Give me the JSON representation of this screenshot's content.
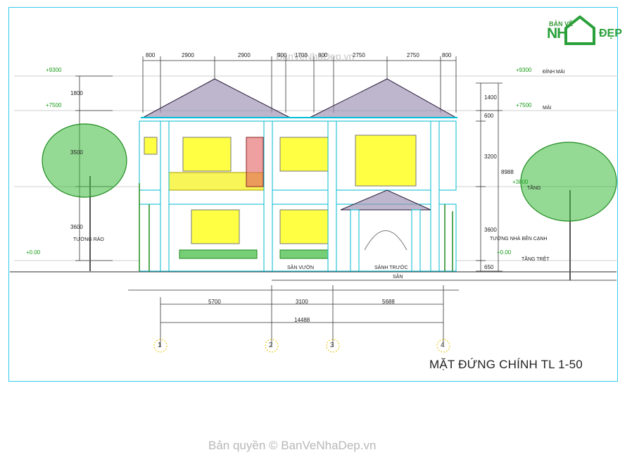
{
  "drawing": {
    "title": "MẶT ĐỨNG CHÍNH TL 1-50",
    "copyright": "Bản quyền © BanVeNhaDep.vn",
    "watermark": "BanVeNhaDep.vn",
    "logo": {
      "line1": "BẢN VẼ",
      "line2": "NH",
      "line3": "ĐẸP"
    }
  },
  "levels": {
    "dinh_mai_value": "+9300",
    "dinh_mai_label": "ĐỈNH MÁI",
    "mai_value": "+7500",
    "mai_label": "MÁI",
    "tang2_value": "+3800",
    "tang2_label": "TẦNG",
    "tret_value": "+0.00",
    "tret_label": "TẦNG TRỆT",
    "left_9300": "+9300",
    "left_7500": "+7500",
    "left_000": "+0.00"
  },
  "labels": {
    "tuong_rao": "TƯỜNG RÀO",
    "tuong_nha": "TƯỜNG NHÀ BÊN CẠNH",
    "san": "SÂN",
    "san_vuon": "SÂN VƯỜN",
    "sanh_truoc": "SẢNH TRƯỚC"
  },
  "dims_top": [
    "800",
    "2900",
    "2900",
    "900",
    "1700",
    "800",
    "2750",
    "2750",
    "800"
  ],
  "dims_bottom": {
    "total": "14488",
    "d1": "5700",
    "d2": "3100",
    "d3": "5688"
  },
  "dims_right": [
    "1400",
    "600",
    "3200",
    "8988",
    "3600",
    "650"
  ],
  "dims_left": [
    "1800",
    "3500",
    "3600"
  ],
  "axes": [
    "1",
    "2",
    "3",
    "4"
  ]
}
